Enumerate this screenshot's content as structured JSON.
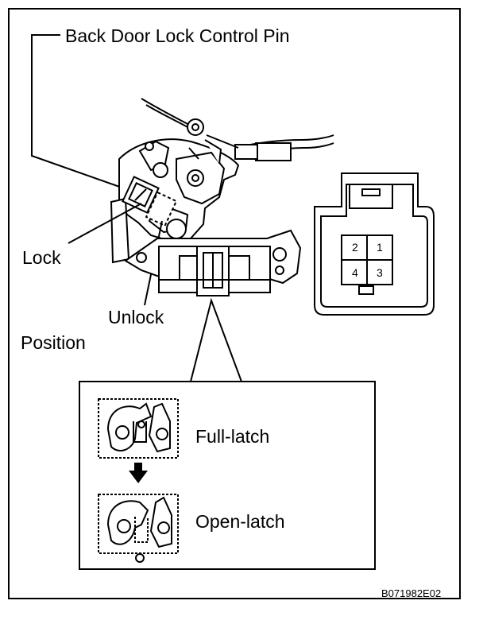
{
  "labels": {
    "control_pin": "Back Door Lock Control Pin",
    "lock": "Lock",
    "unlock": "Unlock",
    "position": "Position",
    "full_latch": "Full-latch",
    "open_latch": "Open-latch"
  },
  "connector": {
    "pins": [
      "1",
      "2",
      "3",
      "4"
    ]
  },
  "figure_code": "B071982E02"
}
